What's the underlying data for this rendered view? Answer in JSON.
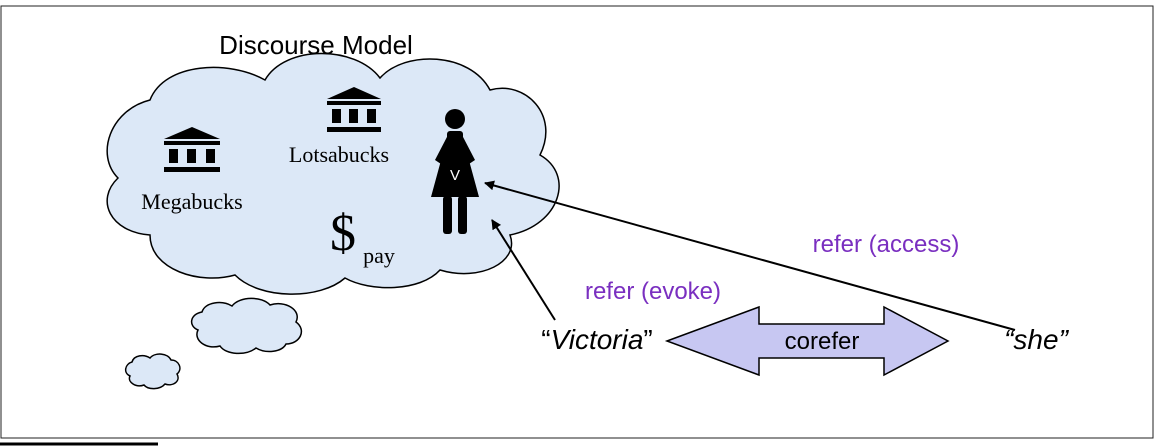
{
  "title": "Discourse Model",
  "entities": {
    "megabucks": {
      "label": "Megabucks",
      "icon": "bank-icon"
    },
    "lotsabucks": {
      "label": "Lotsabucks",
      "icon": "bank-icon"
    },
    "payment": {
      "symbol": "$",
      "subscript": "pay",
      "icon": "dollar-icon"
    },
    "victoria": {
      "initial": "V",
      "icon": "woman-icon"
    }
  },
  "mentions": {
    "victoria": {
      "open_quote": "“",
      "name": "Victoria",
      "close_quote": "”"
    },
    "she": {
      "open_quote": "“",
      "name": "she",
      "close_quote": "”"
    }
  },
  "relations": {
    "evoke_label": "refer (evoke)",
    "access_label": "refer (access)",
    "corefer_label": "corefer"
  },
  "colors": {
    "cloud_fill": "#dce8f7",
    "relation_text": "#7a2fc0",
    "corefer_fill": "#c7c7f2",
    "ink": "#000000"
  }
}
